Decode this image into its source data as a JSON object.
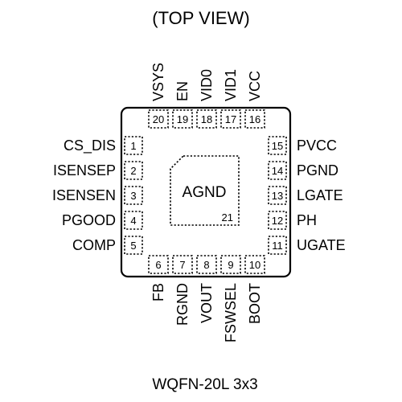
{
  "title": "(TOP VIEW)",
  "package": "WQFN-20L 3x3",
  "center_pad": {
    "label": "AGND",
    "number": "21"
  },
  "pins": {
    "left": [
      {
        "num": "1",
        "name": "CS_DIS"
      },
      {
        "num": "2",
        "name": "ISENSEP"
      },
      {
        "num": "3",
        "name": "ISENSEN"
      },
      {
        "num": "4",
        "name": "PGOOD"
      },
      {
        "num": "5",
        "name": "COMP"
      }
    ],
    "bottom": [
      {
        "num": "6",
        "name": "FB"
      },
      {
        "num": "7",
        "name": "RGND"
      },
      {
        "num": "8",
        "name": "VOUT"
      },
      {
        "num": "9",
        "name": "FSWSEL"
      },
      {
        "num": "10",
        "name": "BOOT"
      }
    ],
    "right": [
      {
        "num": "15",
        "name": "PVCC"
      },
      {
        "num": "14",
        "name": "PGND"
      },
      {
        "num": "13",
        "name": "LGATE"
      },
      {
        "num": "12",
        "name": "PH"
      },
      {
        "num": "11",
        "name": "UGATE"
      }
    ],
    "top": [
      {
        "num": "20",
        "name": "VSYS"
      },
      {
        "num": "19",
        "name": "EN"
      },
      {
        "num": "18",
        "name": "VID0"
      },
      {
        "num": "17",
        "name": "VID1"
      },
      {
        "num": "16",
        "name": "VCC"
      }
    ]
  }
}
